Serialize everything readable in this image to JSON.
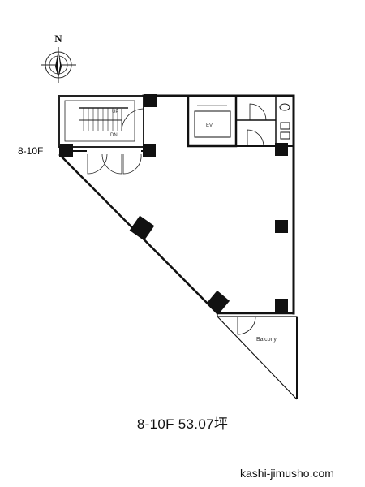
{
  "compass": {
    "label": "N"
  },
  "floor_label": "8-10F",
  "plan_labels": {
    "up": "UP",
    "dn": "DN",
    "ev": "EV",
    "balcony": "Balcony"
  },
  "caption": "8-10F 53.07坪",
  "site": "kashi-jimusho.com"
}
